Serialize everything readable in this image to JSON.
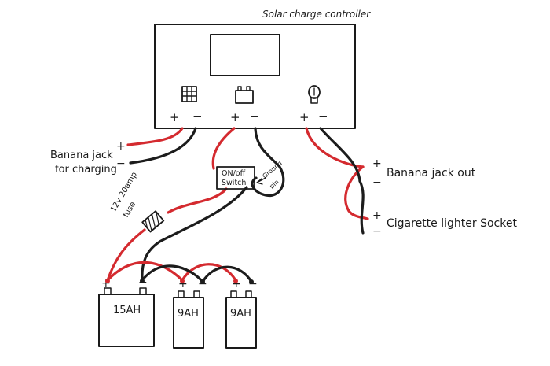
{
  "controller": {
    "title": "Solar charge controller",
    "solar_icon": "solar-panel-icon",
    "battery_icon": "battery-icon",
    "load_icon": "light-bulb-icon",
    "plus": "+",
    "minus": "−"
  },
  "left_jack": {
    "line1": "Banana jack",
    "line2": "for charging",
    "plus": "+",
    "minus": "−"
  },
  "switch": {
    "line1": "ON/off",
    "line2": "Switch",
    "ground_line1": "Ground",
    "ground_line2": "pin"
  },
  "fuse": {
    "line1": "12v 20amp",
    "line2": "fuse"
  },
  "outputs": {
    "banana_label": "Banana jack out",
    "cig_label": "Cigarette lighter Socket",
    "plus": "+",
    "minus": "−"
  },
  "batteries": [
    {
      "label": "15AH",
      "plus": "+",
      "minus": "−"
    },
    {
      "label": "9AH",
      "plus": "+",
      "minus": "−"
    },
    {
      "label": "9AH",
      "plus": "+",
      "minus": "−"
    }
  ],
  "colors": {
    "positive_wire": "#d42a2f",
    "negative_wire": "#1c1c1c"
  }
}
